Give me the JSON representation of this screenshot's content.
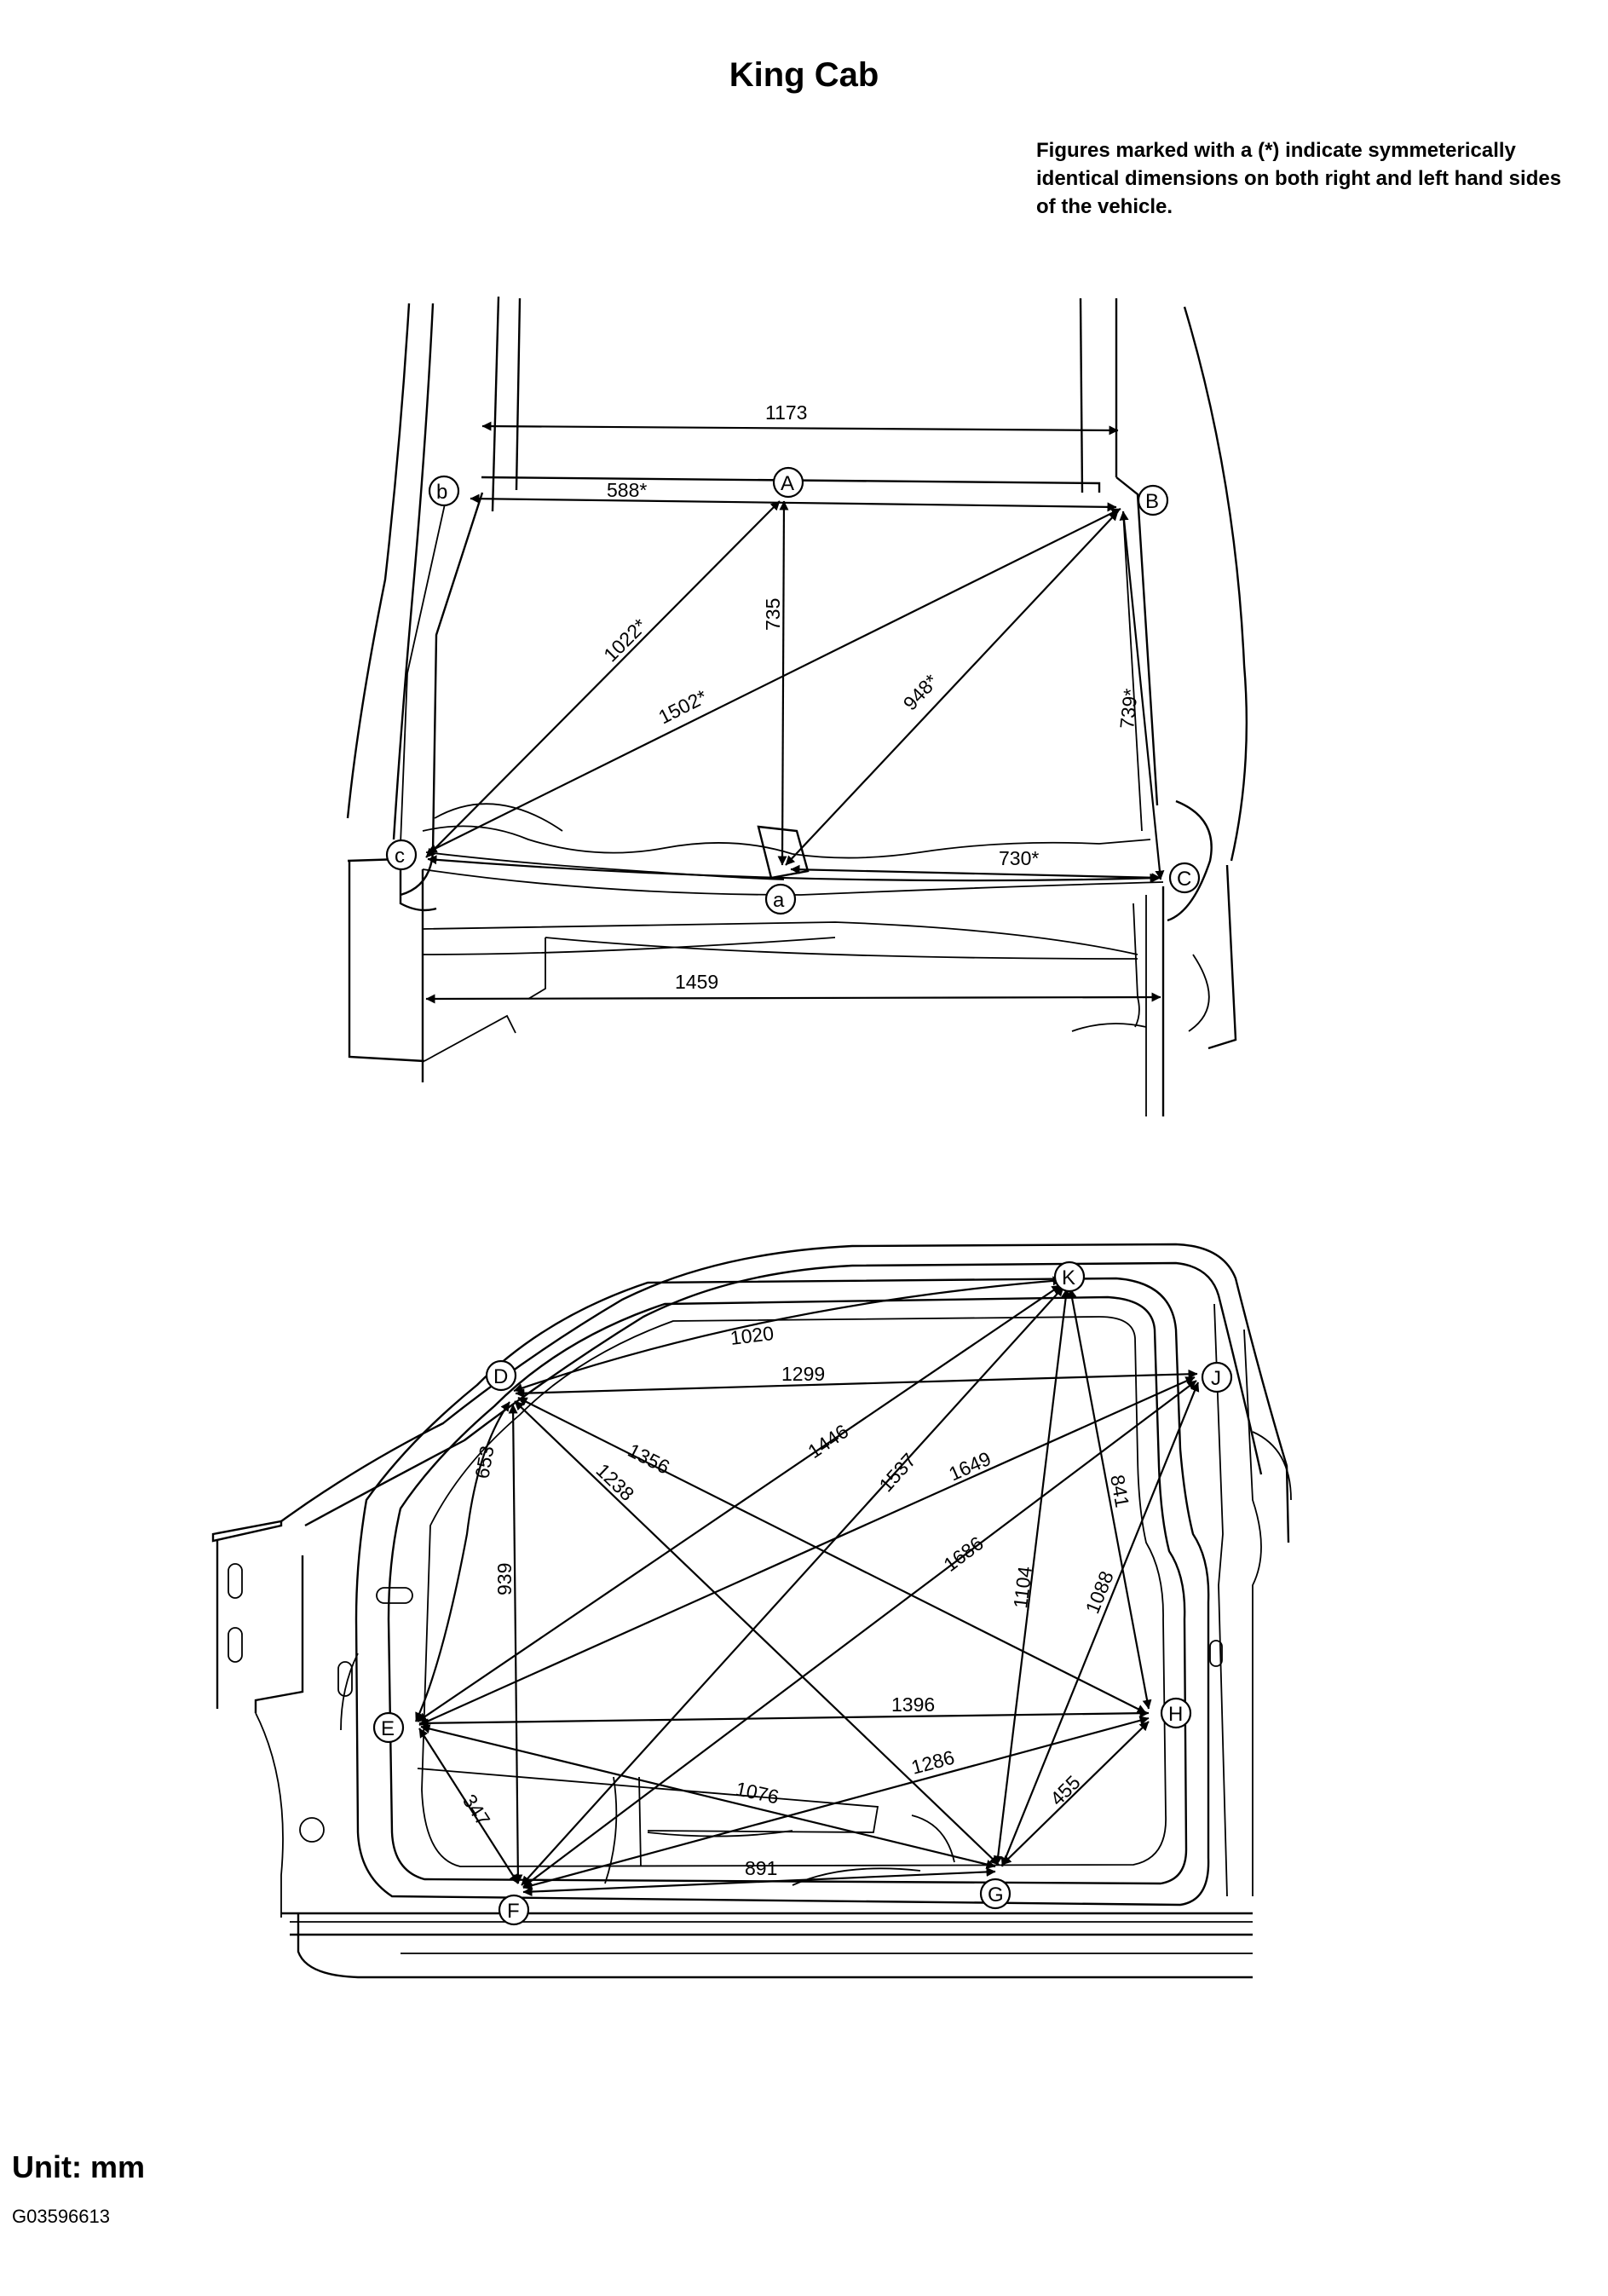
{
  "title": "King Cab",
  "note": "Figures marked with a  (*) indicate symmeterically identical dimensions on both right and left hand sides of the vehicle.",
  "unit": "Unit: mm",
  "figure_id": "G03596613",
  "points": {
    "A": "A",
    "B": "B",
    "C": "C",
    "a": "a",
    "b": "b",
    "c": "c",
    "D": "D",
    "E": "E",
    "F": "F",
    "G": "G",
    "H": "H",
    "J": "J",
    "K": "K"
  },
  "top_view": {
    "d1173": "1173",
    "d588": "588*",
    "d735": "735",
    "d1022": "1022*",
    "d1502": "1502*",
    "d948": "948*",
    "d739": "739*",
    "d730": "730*",
    "d1459": "1459"
  },
  "side_view": {
    "d1020": "1020",
    "d1299": "1299",
    "d1356": "1356",
    "d1446": "1446",
    "d1537": "1537",
    "d1649": "1649",
    "d1238": "1238",
    "d653": "653",
    "d841": "841",
    "d1686": "1686",
    "d939": "939",
    "d1104": "1104",
    "d1088": "1088",
    "d1396": "1396",
    "d1286": "1286",
    "d347": "347",
    "d1076": "1076",
    "d455": "455",
    "d891": "891"
  }
}
